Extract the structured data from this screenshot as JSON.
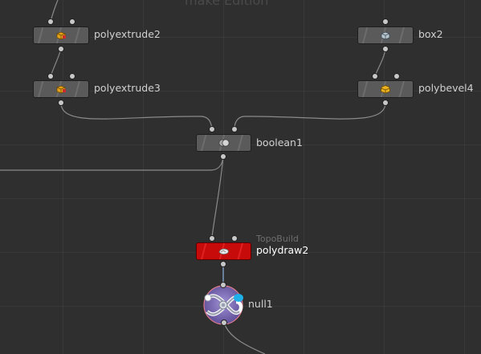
{
  "network": {
    "top_title": "make Edition",
    "nodes": {
      "polyextrude2": {
        "name": "polyextrude2",
        "icon": "polyextrude-icon"
      },
      "polyextrude3": {
        "name": "polyextrude3",
        "icon": "polyextrude-icon"
      },
      "box2": {
        "name": "box2",
        "icon": "box-icon"
      },
      "polybevel4": {
        "name": "polybevel4",
        "icon": "polybevel-icon"
      },
      "boolean1": {
        "name": "boolean1",
        "icon": "boolean-icon"
      },
      "polydraw2": {
        "name": "polydraw2",
        "subtitle": "TopoBuild",
        "icon": "polydraw-icon"
      },
      "null1": {
        "name": "null1",
        "icon": "null-icon"
      }
    }
  },
  "colors": {
    "background": "#2f2f2f",
    "node_gray": "#5a5a5a",
    "node_red": "#c70b0b",
    "wire": "#8a8a8a",
    "wire_blue": "#7fa0c8",
    "label": "#d0d0d0",
    "null_blue": "#1fb0ea",
    "null_purple": "#7a64b0"
  }
}
